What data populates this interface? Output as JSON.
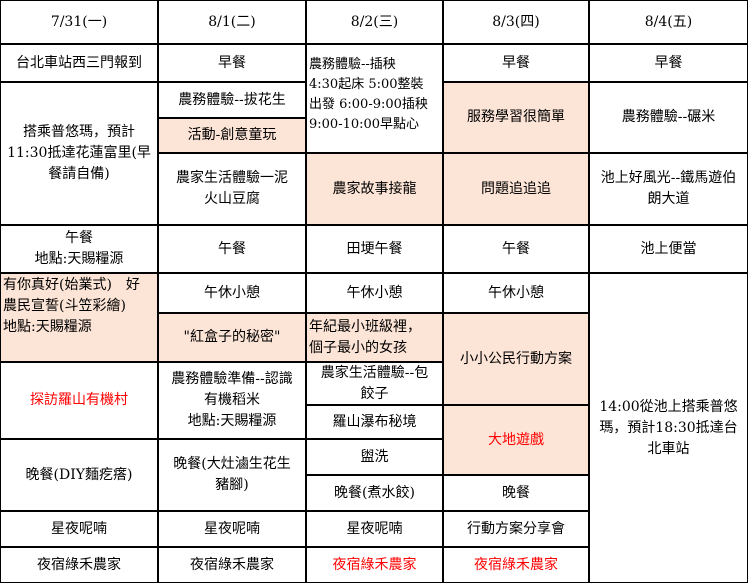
{
  "headers": [
    "7/31(一)",
    "8/1(二)",
    "8/2(三)",
    "8/3(四)",
    "8/4(五)"
  ],
  "day1": [
    "台北車站西三門報到",
    "搭乘普悠瑪，預計\n11:30抵達花蓮富里(早\n餐請自備)",
    "午餐\n地點:天賜糧源",
    "有你真好(始業式)　好\n農民宣誓(斗笠彩繪)\n地點:天賜糧源",
    "探訪羅山有機村",
    "晚餐(DIY麵疙瘩)",
    "星夜呢喃",
    "夜宿綠禾農家"
  ],
  "day2": [
    "早餐",
    "農務體驗--拔花生",
    "活動-創意童玩",
    "農家生活體驗一泥\n火山豆腐",
    "午餐",
    "午休小憩",
    "\"紅盒子的秘密\"",
    "農務體驗準備--認識\n有機稻米\n地點:天賜糧源",
    "晚餐(大灶滷生花生\n豬腳)",
    "星夜呢喃",
    "夜宿綠禾農家"
  ],
  "day3": [
    "農務體驗--插秧\n4:30起床  5:00整裝\n出發  6:00-9:00插秧\n9:00-10:00早點心",
    "農家故事接龍",
    "田埂午餐",
    "午休小憩",
    "年紀最小班級裡，\n個子最小的女孩",
    "農家生活體驗--包\n餃子",
    "羅山瀑布秘境",
    "盥洗",
    "晚餐(煮水餃)",
    "星夜呢喃",
    "夜宿綠禾農家"
  ],
  "day4": [
    "早餐",
    "服務學習很簡單",
    "問題追追追",
    "午餐",
    "午休小憩",
    "小小公民行動方案",
    "大地遊戲",
    "晚餐",
    "行動方案分享會",
    "夜宿綠禾農家"
  ],
  "day5": [
    "早餐",
    "農務體驗--碾米",
    "池上好風光--鐵馬遊伯\n朗大道",
    "池上便當",
    "14:00從池上搭乘普悠\n瑪，預計18:30抵達台\n北車站"
  ],
  "colors": {
    "highlight": "#fce4d6",
    "red_text": "#ff0000"
  }
}
